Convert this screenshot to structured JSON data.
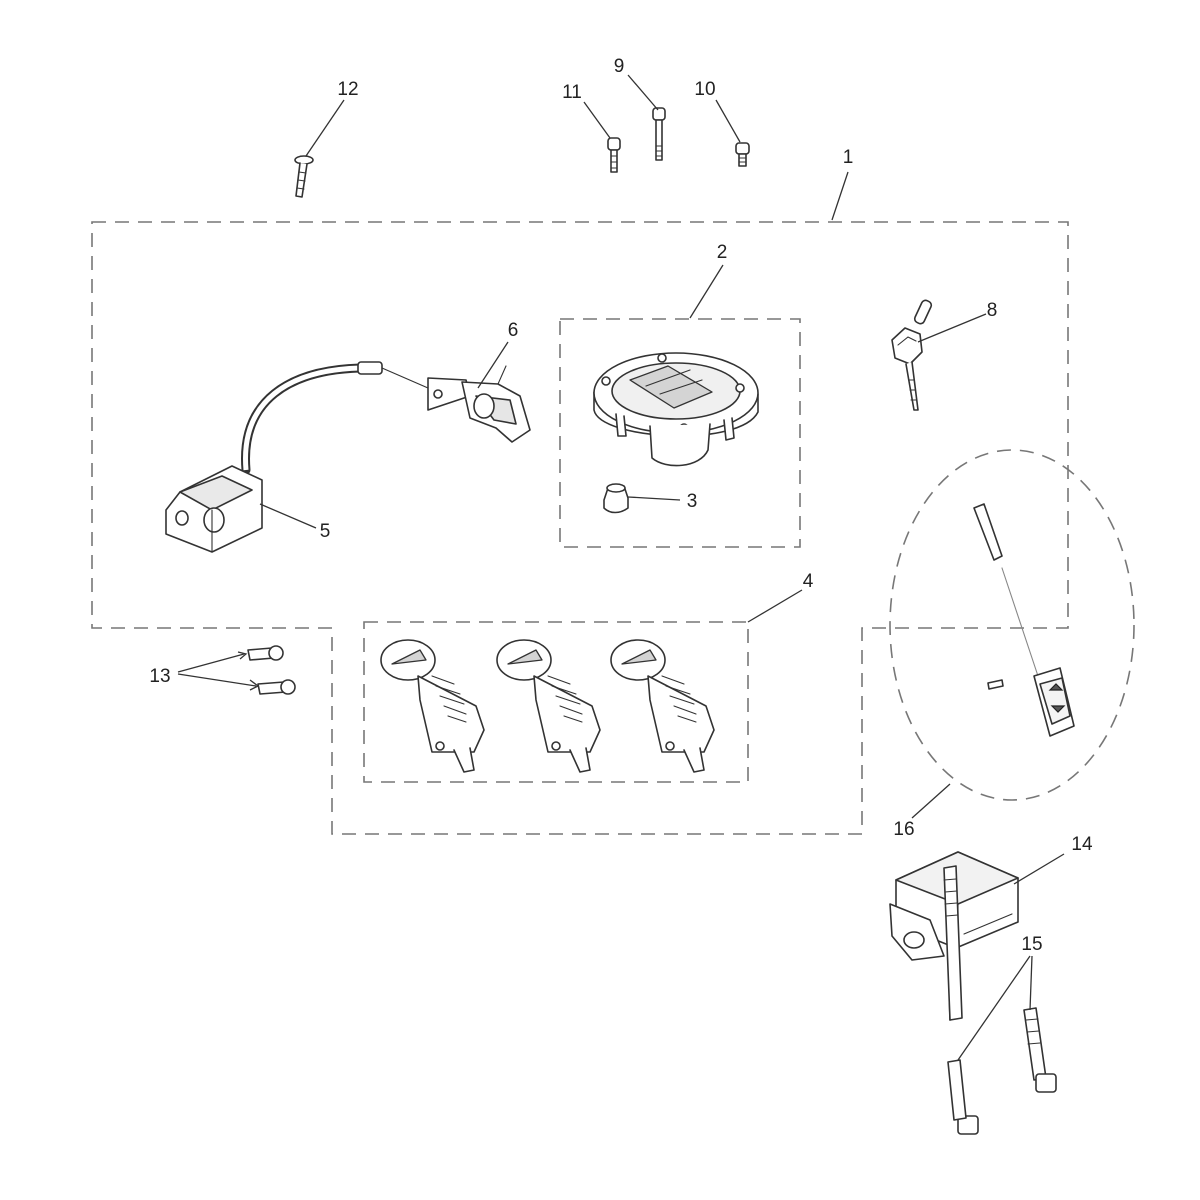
{
  "callouts": {
    "c1": "1",
    "c2": "2",
    "c3": "3",
    "c4": "4",
    "c5": "5",
    "c6": "6",
    "c8": "8",
    "c9": "9",
    "c10": "10",
    "c11": "11",
    "c12": "12",
    "c13": "13",
    "c14": "14",
    "c15": "15",
    "c16": "16"
  }
}
